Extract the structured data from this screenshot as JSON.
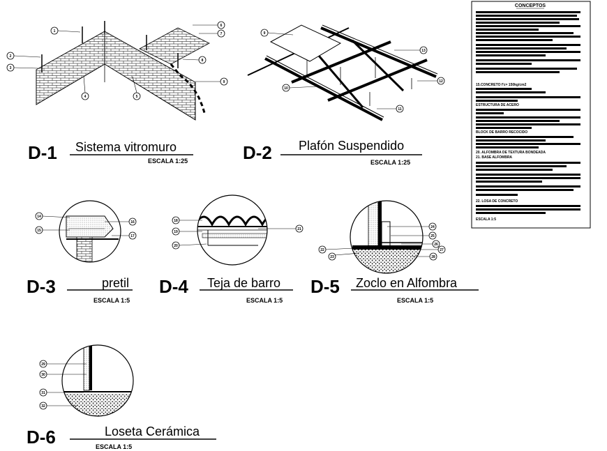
{
  "details": [
    {
      "code": "D-1",
      "title": "Sistema vitromuro",
      "scale": "ESCALA 1:25"
    },
    {
      "code": "D-2",
      "title": "Plafón Suspendido",
      "scale": "ESCALA 1:25"
    },
    {
      "code": "D-3",
      "title": "pretil",
      "scale": "ESCALA 1:5"
    },
    {
      "code": "D-4",
      "title": "Teja de barro",
      "scale": "ESCALA 1:5"
    },
    {
      "code": "D-5",
      "title": "Zoclo en Alfombra",
      "scale": "ESCALA 1:5"
    },
    {
      "code": "D-6",
      "title": "Loseta Cerámica",
      "scale": "ESCALA 1:5"
    }
  ],
  "callouts": {
    "d1": [
      "1",
      "2",
      "3",
      "4",
      "5",
      "6",
      "7",
      "8",
      "9"
    ],
    "d2": [
      "9",
      "10",
      "11",
      "12",
      "13"
    ],
    "d3": [
      "14",
      "15",
      "16",
      "17"
    ],
    "d4": [
      "18",
      "19",
      "20",
      "21"
    ],
    "d5": [
      "22",
      "23",
      "24",
      "25",
      "26",
      "27",
      "28"
    ],
    "d6": [
      "29",
      "30",
      "31",
      "32"
    ]
  },
  "concepts": {
    "title": "CONCEPTOS",
    "notes": [
      "15.CONCRETO f'c= 150kg/cm2",
      "ESTRUCTURA DE ACERO",
      "BLOCK DE BARRO RECOCIDO",
      "20. ALFOMBRA DE TEXTURA BONDEADA",
      "21. BASE ALFOMBRA",
      "22. LOSA DE CONCRETO",
      "ESCALA 1:5"
    ]
  }
}
